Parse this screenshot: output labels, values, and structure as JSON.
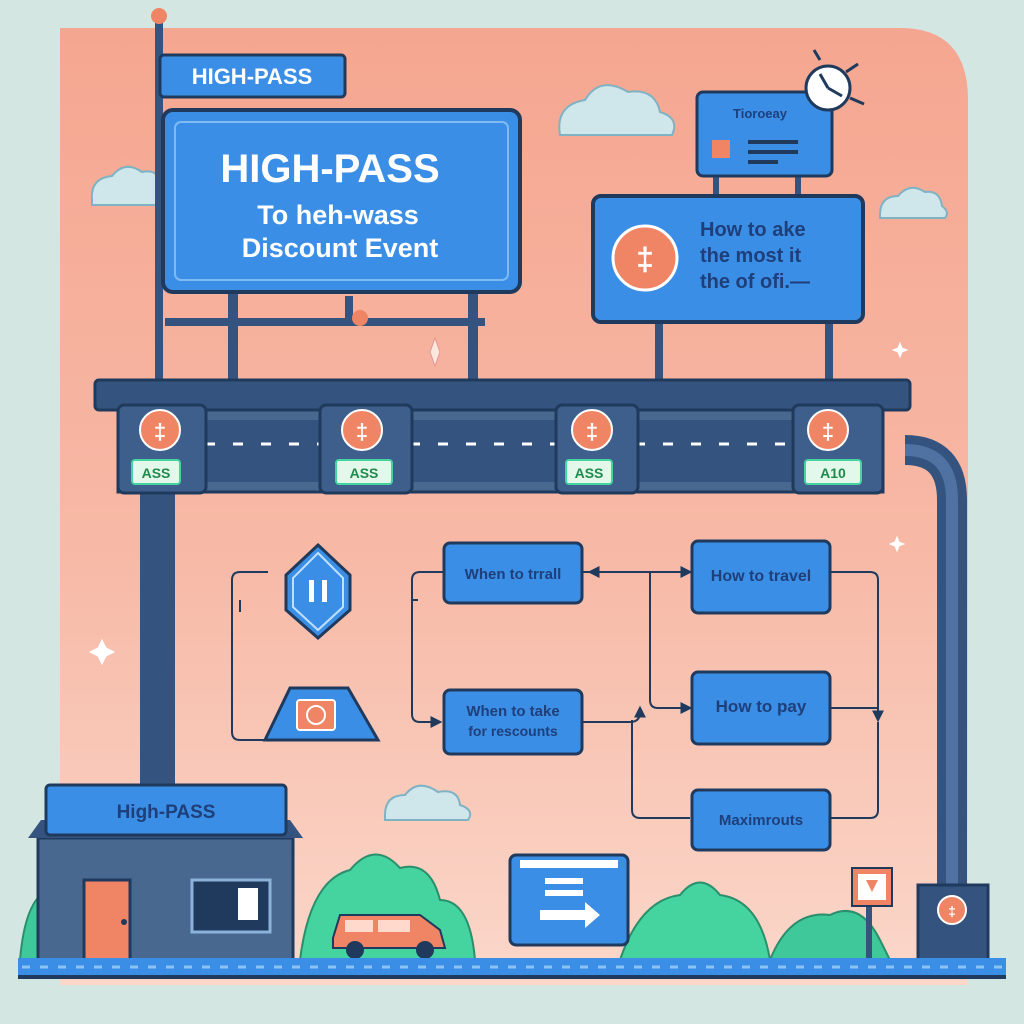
{
  "top_flag": {
    "label": "HIGH-PASS"
  },
  "main_billboard": {
    "title": "HIGH-PASS",
    "line1": "To heh-wass",
    "line2": "Discount Event"
  },
  "small_sign": {
    "label": "Tioroeay"
  },
  "tip_billboard": {
    "line1": "How to ake",
    "line2": "the most it",
    "line3": "the of ofi.—",
    "icon": "coin-icon"
  },
  "toll_gantry": {
    "booths": [
      {
        "icon": "coin-icon",
        "plate": "ASS"
      },
      {
        "icon": "coin-icon",
        "plate": "ASS"
      },
      {
        "icon": "coin-icon",
        "plate": "ASS"
      },
      {
        "icon": "coin-icon",
        "plate": "A10"
      }
    ]
  },
  "flowchart": {
    "pause_icon": "pause-icon",
    "nodes": {
      "when_to_travel": "When to trrall",
      "when_to_take": [
        "When to take",
        "for rescounts"
      ],
      "how_to_travel": "How to travel",
      "how_to_pay": "How to pay",
      "maximize": "Maximrouts"
    }
  },
  "booth_building": {
    "label": "High-PASS"
  },
  "colors": {
    "sky": "#f7b7a3",
    "blue": "#3b8ee6",
    "navy": "#34547f",
    "coral": "#f08566",
    "green": "#45d39f"
  }
}
